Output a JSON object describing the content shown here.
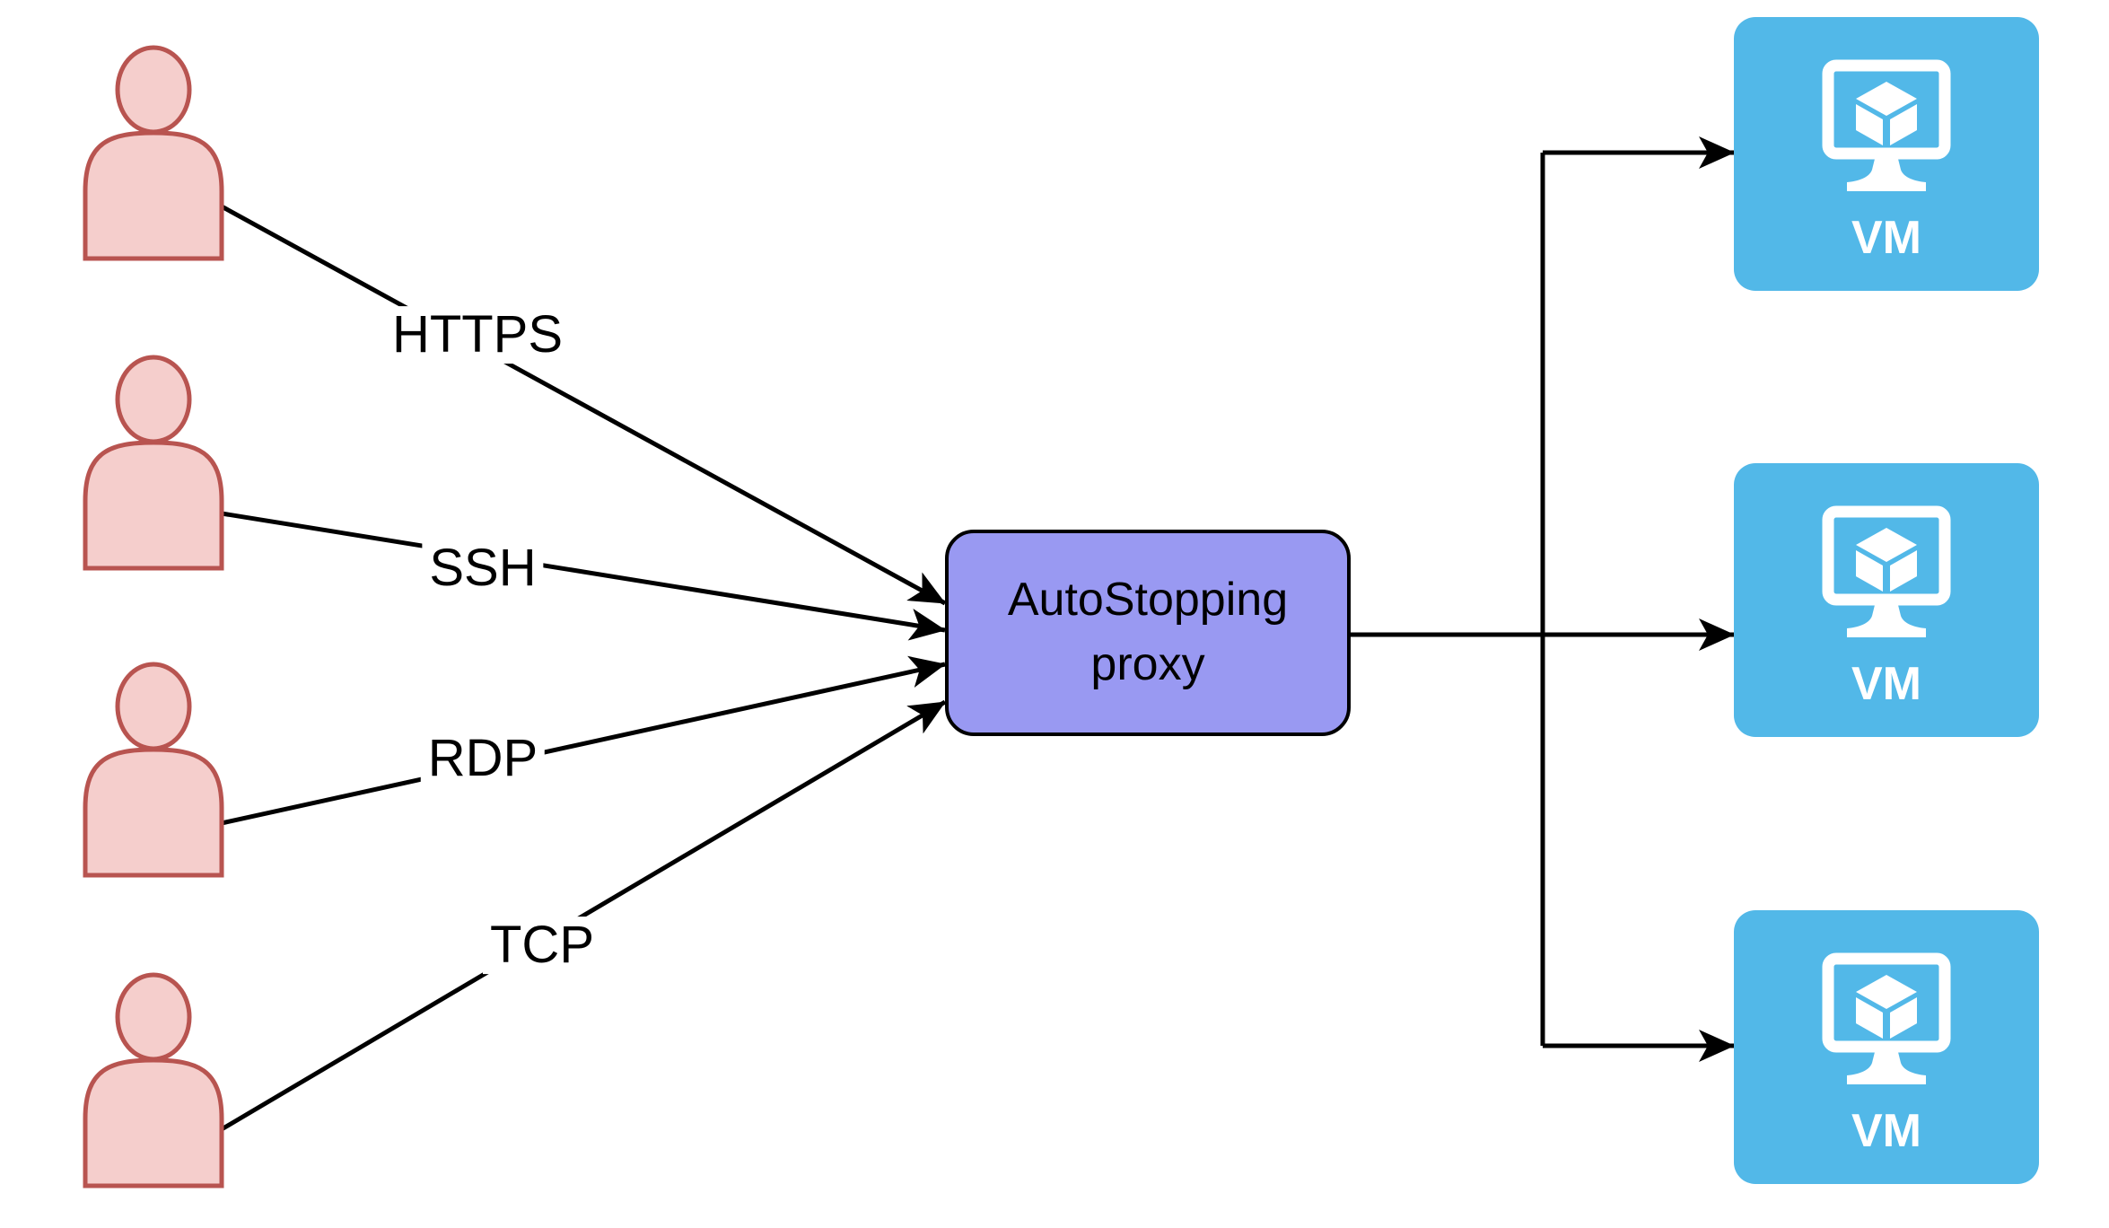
{
  "diagram": {
    "type": "architecture-diagram",
    "proxy": {
      "lines": [
        "AutoStopping",
        "proxy"
      ]
    },
    "edges": [
      {
        "id": "https",
        "label": "HTTPS"
      },
      {
        "id": "ssh",
        "label": "SSH"
      },
      {
        "id": "rdp",
        "label": "RDP"
      },
      {
        "id": "tcp",
        "label": "TCP"
      }
    ],
    "users_count": 4,
    "vms": [
      {
        "label": "VM"
      },
      {
        "label": "VM"
      },
      {
        "label": "VM"
      }
    ]
  },
  "colors": {
    "background": "#FFFFFF",
    "proxy_fill": "#9999F2",
    "proxy_border": "#000000",
    "vm_fill": "#52B8E8",
    "vm_text": "#FFFFFF",
    "person_fill": "#F5CECC",
    "person_stroke": "#B85450",
    "line": "#000000",
    "label_text": "#000000"
  }
}
